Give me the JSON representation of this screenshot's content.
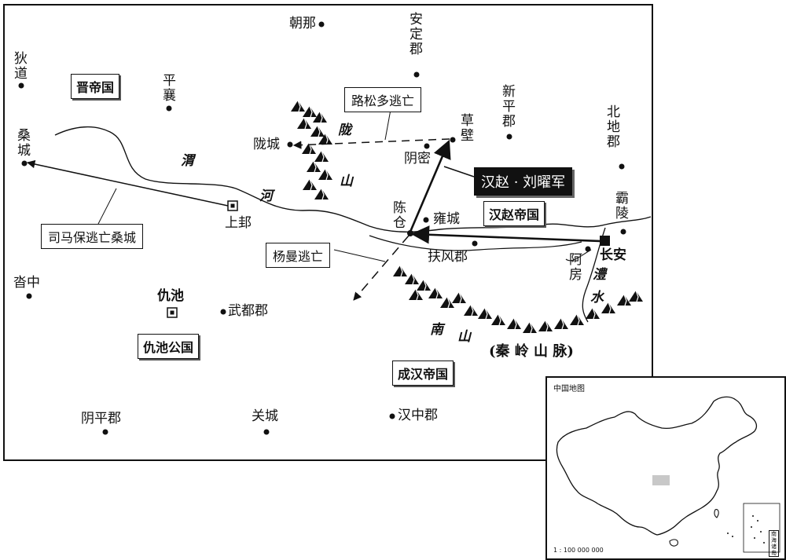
{
  "places": {
    "chaona": "朝那",
    "anding": "安定郡",
    "didao": "狄道",
    "pingxiang": "平襄",
    "xinping": "新平郡",
    "beidi": "北地郡",
    "sangcheng": "桑城",
    "longcheng": "陇城",
    "caobi": "草壁",
    "yinmi": "阴密",
    "bashang": "霸陵",
    "shanggui": "上邽",
    "chencang": "陈仓",
    "yongcheng": "雍城",
    "changan": "长安",
    "fufeng": "扶风郡",
    "afang": "阿房",
    "guanzhong": "沓中",
    "qiuchi": "仇池",
    "wudu": "武都郡",
    "yinping": "阴平郡",
    "guancheng": "关城",
    "hanzhong": "汉中郡"
  },
  "geo": {
    "wei_1": "渭",
    "wei_2": "河",
    "long_1": "陇",
    "long_2": "山",
    "feng_1": "澧",
    "feng_2": "水",
    "nanshan_1": "南",
    "nanshan_2": "山",
    "qinling": "(秦 岭 山 脉)"
  },
  "states": {
    "jin": "晋帝国",
    "hanzhao": "汉赵帝国",
    "qiuchi": "仇池公国",
    "chenghan": "成汉帝国"
  },
  "annotations": {
    "lu_song": "路松多逃亡",
    "liu_yao": "汉赵 · 刘曜军",
    "sima_bao": "司马保逃亡桑城",
    "yang_man": "杨曼逃亡"
  },
  "inset": {
    "title": "中国地图",
    "scale": "1 : 100 000 000",
    "nanhai": "南海诸岛"
  }
}
